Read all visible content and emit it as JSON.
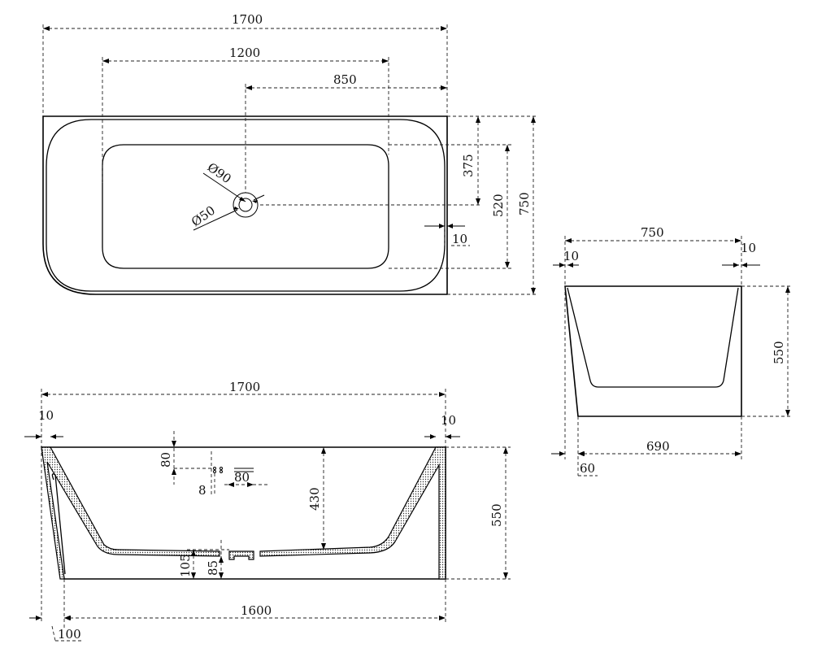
{
  "top_view": {
    "overall_length": "1700",
    "basin_length": "1200",
    "drain_offset": "850",
    "overflow_dia": "Ø90",
    "drain_dia": "Ø50",
    "rim_edge": "10",
    "drain_to_edge": "375",
    "basin_width": "520",
    "overall_width": "750"
  },
  "end_view": {
    "overall_width": "750",
    "left_rim": "10",
    "right_rim": "10",
    "height": "550",
    "base_width": "690",
    "base_offset": "60"
  },
  "side_view": {
    "overall_length": "1700",
    "left_rim": "10",
    "right_rim": "10",
    "overflow_drop": "80",
    "overflow_gap": "8",
    "overflow_width": "80",
    "inner_depth": "430",
    "height": "550",
    "base_to_drain": "105",
    "drain_depth": "85",
    "base_length": "1600",
    "base_offset": "100"
  }
}
